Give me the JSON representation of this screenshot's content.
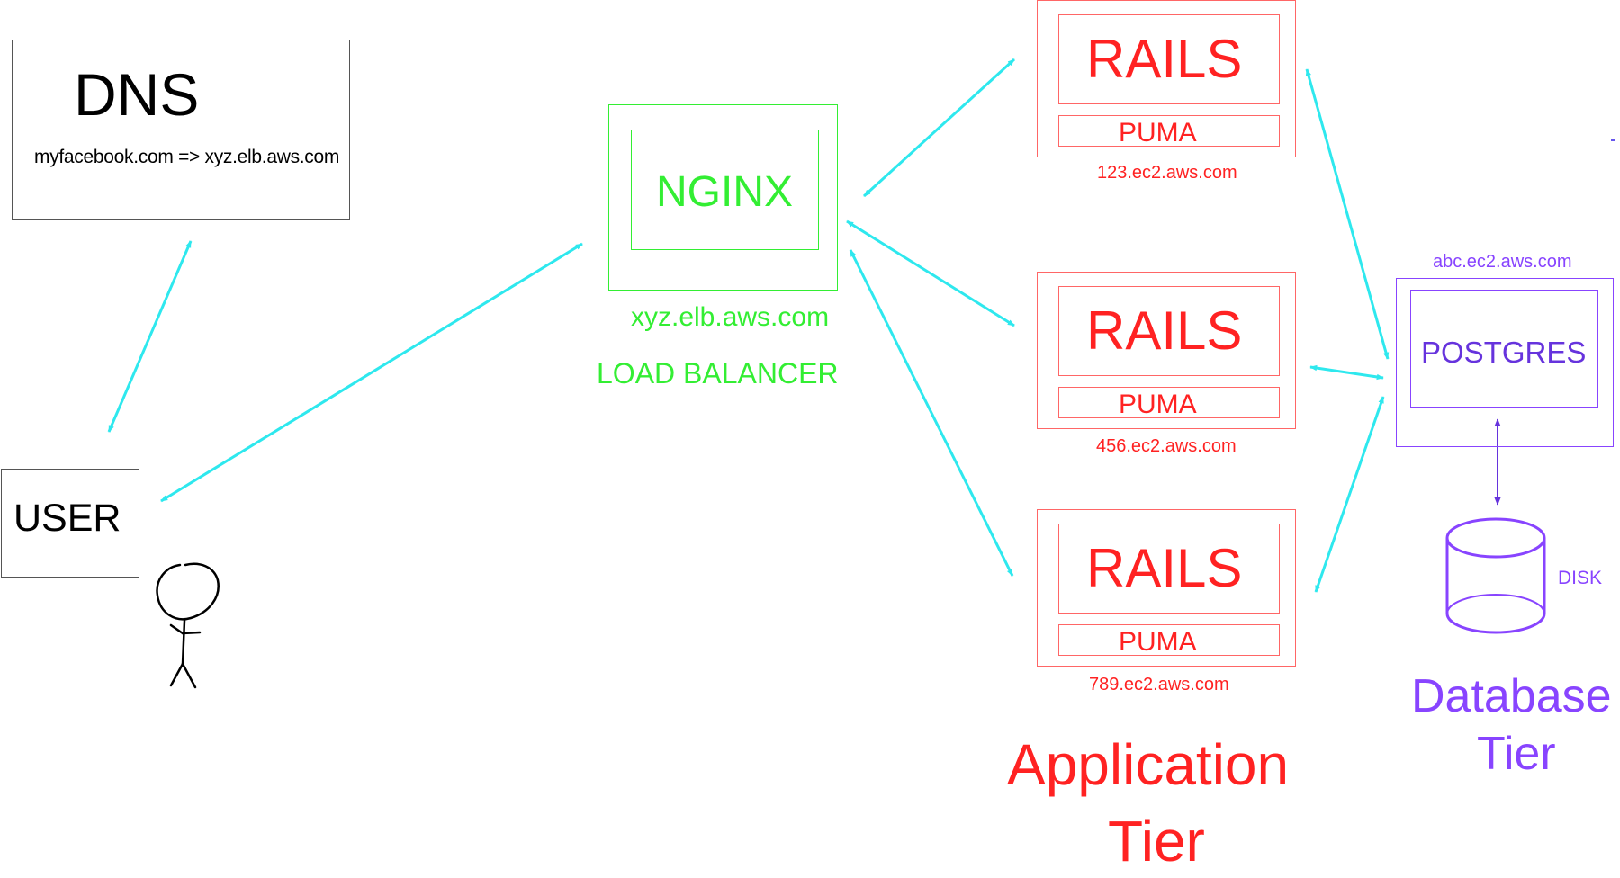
{
  "dns": {
    "title": "DNS",
    "mapping": "myfacebook.com => xyz.elb.aws.com"
  },
  "user": {
    "label": "USER"
  },
  "load_balancer": {
    "software": "NGINX",
    "hostname": "xyz.elb.aws.com",
    "role": "LOAD BALANCER"
  },
  "app_servers": [
    {
      "framework": "RAILS",
      "server": "PUMA",
      "hostname": "123.ec2.aws.com"
    },
    {
      "framework": "RAILS",
      "server": "PUMA",
      "hostname": "456.ec2.aws.com"
    },
    {
      "framework": "RAILS",
      "server": "PUMA",
      "hostname": "789.ec2.aws.com"
    }
  ],
  "database": {
    "hostname": "abc.ec2.aws.com",
    "software": "POSTGRES",
    "disk_label": "DISK"
  },
  "tiers": {
    "application_line1": "Application",
    "application_line2": "Tier",
    "database_line1": "Database",
    "database_line2": "Tier"
  },
  "colors": {
    "arrow": "#2ee8ee",
    "load_balancer": "#33ee33",
    "app": "#ff2222",
    "db": "#8844ff",
    "black": "#000000"
  }
}
